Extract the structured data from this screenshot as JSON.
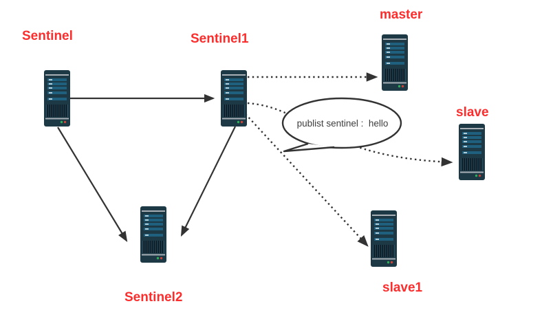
{
  "diagram": {
    "nodes": [
      {
        "id": "sentinel",
        "label": "Sentinel"
      },
      {
        "id": "sentinel1",
        "label": "Sentinel1"
      },
      {
        "id": "sentinel2",
        "label": "Sentinel2"
      },
      {
        "id": "master",
        "label": "master"
      },
      {
        "id": "slave",
        "label": "slave"
      },
      {
        "id": "slave1",
        "label": "slave1"
      }
    ],
    "bubble": {
      "text": "publist sentinel :  hello"
    },
    "edges": [
      {
        "from": "sentinel",
        "to": "sentinel1",
        "style": "solid"
      },
      {
        "from": "sentinel",
        "to": "sentinel2",
        "style": "solid"
      },
      {
        "from": "sentinel1",
        "to": "sentinel2",
        "style": "solid"
      },
      {
        "from": "sentinel1",
        "to": "master",
        "style": "dotted"
      },
      {
        "from": "sentinel1",
        "to": "slave",
        "style": "dotted"
      },
      {
        "from": "sentinel1",
        "to": "slave1",
        "style": "dotted"
      }
    ],
    "icons": [
      {
        "name": "server-icon",
        "description": "dark tower server with blue drive bays, vent grille, green and red LEDs"
      }
    ],
    "colors": {
      "label": "#fb2d2d",
      "line": "#333333",
      "server_body": "#1c3945",
      "server_bar": "#20607f",
      "bubble_text": "#3d3d3d",
      "background": "#ffffff"
    }
  }
}
